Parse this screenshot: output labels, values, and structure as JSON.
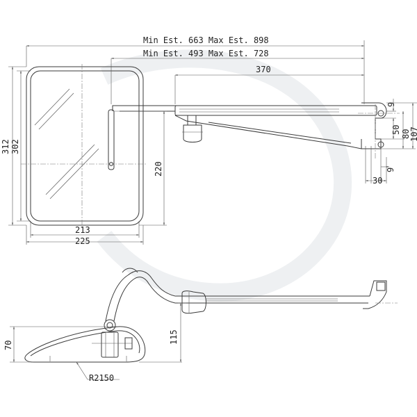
{
  "dimensions": {
    "total_width": "Min Est. 663 Max Est. 898",
    "arm_width": "Min Est. 493 Max Est. 728",
    "arm_length": "370",
    "height_outer": "312",
    "height_inner": "302",
    "height_mount": "220",
    "width_inner": "213",
    "width_outer": "225",
    "clamp_9_top": "9",
    "clamp_50": "50",
    "clamp_80": "80",
    "clamp_107": "107",
    "clamp_30": "30",
    "clamp_9_bottom": "9",
    "depth_70": "70",
    "side_115": "115",
    "radius": "R2150"
  }
}
